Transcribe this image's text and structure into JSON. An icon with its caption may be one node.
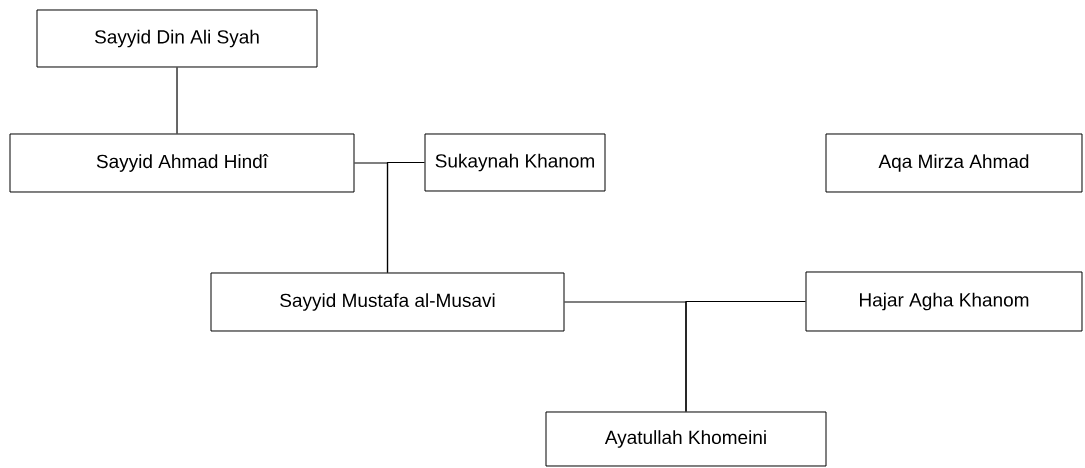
{
  "diagram": {
    "nodes": [
      {
        "text": [
          "Sayyid Din Ali Syah"
        ]
      },
      {
        "text": [
          "Sayyid Ahmad Hindî"
        ]
      },
      {
        "text": [
          "Sukaynah Khanom"
        ]
      },
      {
        "text": [
          "Aqa Mirza Ahmad"
        ]
      },
      {
        "text": [
          "Sayyid Mustafa al-Musavi"
        ]
      },
      {
        "text": [
          "Hajar Agha Khanom"
        ]
      },
      {
        "text": [
          "Ayatullah Khomeini"
        ]
      }
    ],
    "edges": [
      {
        "from": 0,
        "to": 1,
        "arrow": "none"
      },
      {
        "from": 1,
        "to": 4,
        "arrow": "none"
      },
      {
        "from": 2,
        "to": 4,
        "arrow": "none"
      },
      {
        "from": 4,
        "to": 6,
        "arrow": "none"
      },
      {
        "from": 5,
        "to": 6,
        "arrow": "none"
      }
    ]
  }
}
